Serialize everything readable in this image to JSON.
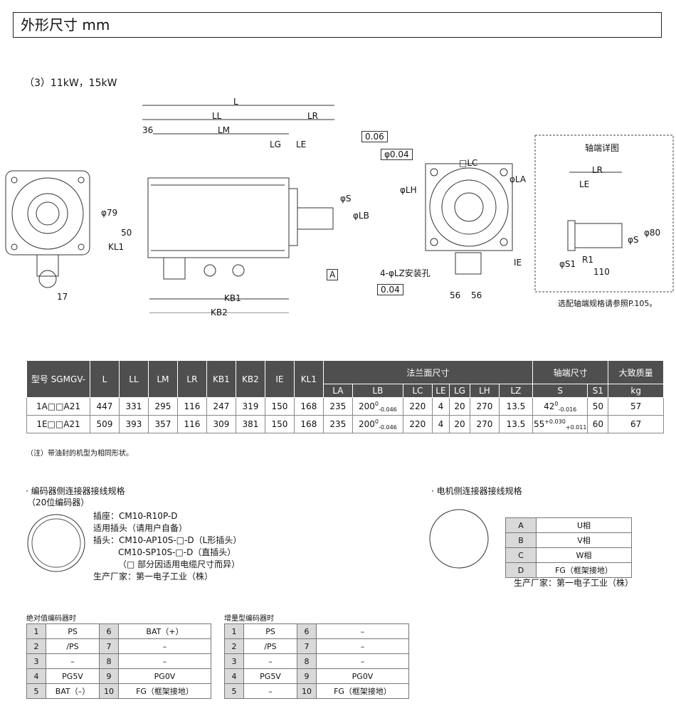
{
  "header": {
    "title": "外形尺寸 mm"
  },
  "section_title": "（3）11kW，15kW",
  "drawing": {
    "dim_labels": [
      "L",
      "LL",
      "LR",
      "36",
      "LM",
      "LG",
      "LE",
      "KB1",
      "KB2",
      "KL1",
      "17",
      "50",
      "φ79",
      "φS",
      "φLB",
      "□LC",
      "φLA",
      "φLH",
      "IE",
      "56",
      "56"
    ],
    "tolerance_1": "0.06",
    "tolerance_2": "φ0.04",
    "tolerance_3": "0.04",
    "datum": "A",
    "mount_hole": "4-φLZ安装孔",
    "shaft_detail_title": "轴端详图",
    "shaft_labels": [
      "LR",
      "LE",
      "φS",
      "φ80",
      "φS1",
      "R1",
      "110"
    ],
    "shaft_note": "选配轴端规格请参照P.105。"
  },
  "spec_table": {
    "headers_top": [
      "型号 SGMGV-",
      "L",
      "LL",
      "LM",
      "LR",
      "KB1",
      "KB2",
      "IE",
      "KL1",
      "法兰面尺寸",
      "轴端尺寸",
      "大致质量"
    ],
    "weight_unit": "kg",
    "flange_headers": [
      "LA",
      "LB",
      "LC",
      "LE",
      "LG",
      "LH",
      "LZ"
    ],
    "shaft_headers": [
      "S",
      "S1"
    ],
    "rows": [
      {
        "model": "1A□□A21",
        "L": "447",
        "LL": "331",
        "LM": "295",
        "LR": "116",
        "KB1": "247",
        "KB2": "319",
        "IE": "150",
        "KL1": "168",
        "LA": "235",
        "LB": "200",
        "LB_tol_up": "0",
        "LB_tol_low": "-0.046",
        "LC": "220",
        "LE": "4",
        "LG": "20",
        "LH": "270",
        "LZ": "13.5",
        "S": "42",
        "S_tol_up": "0",
        "S_tol_low": "-0.016",
        "S1": "50",
        "kg": "57"
      },
      {
        "model": "1E□□A21",
        "L": "509",
        "LL": "393",
        "LM": "357",
        "LR": "116",
        "KB1": "309",
        "KB2": "381",
        "IE": "150",
        "KL1": "168",
        "LA": "235",
        "LB": "200",
        "LB_tol_up": "0",
        "LB_tol_low": "-0.046",
        "LC": "220",
        "LE": "4",
        "LG": "20",
        "LH": "270",
        "LZ": "13.5",
        "S": "55",
        "S_tol_up": "+0.030",
        "S_tol_low": "+0.011",
        "S1": "60",
        "kg": "67"
      }
    ],
    "note": "（注）带油封的机型为相同形状。"
  },
  "encoder": {
    "title": "· 编码器侧连接器接线规格",
    "subtitle": "（20位编码器）",
    "lines": [
      "插座：CM10-R10P-D",
      "适用插头（请用户自备）",
      "插头：CM10-AP10S-□-D（L形插头）",
      "CM10-SP10S-□-D（直插头）",
      "（□ 部分因适用电缆尺寸而异）",
      "生产厂家：第一电子工业（株）"
    ]
  },
  "motor": {
    "title": "· 电机侧连接器接线规格",
    "pins": [
      [
        "A",
        "U相"
      ],
      [
        "B",
        "V相"
      ],
      [
        "C",
        "W相"
      ],
      [
        "D",
        "FG（框架接地）"
      ]
    ],
    "maker": "生产厂家：第一电子工业（株）"
  },
  "abs_table": {
    "title": "绝对值编码器时",
    "rows": [
      [
        "1",
        "PS",
        "6",
        "BAT（+）"
      ],
      [
        "2",
        "/PS",
        "7",
        "–"
      ],
      [
        "3",
        "–",
        "8",
        "–"
      ],
      [
        "4",
        "PG5V",
        "9",
        "PG0V"
      ],
      [
        "5",
        "BAT（–）",
        "10",
        "FG（框架接地）"
      ]
    ]
  },
  "inc_table": {
    "title": "增量型编码器时",
    "rows": [
      [
        "1",
        "PS",
        "6",
        "–"
      ],
      [
        "2",
        "/PS",
        "7",
        "–"
      ],
      [
        "3",
        "–",
        "8",
        "–"
      ],
      [
        "4",
        "PG5V",
        "9",
        "PG0V"
      ],
      [
        "5",
        "–",
        "10",
        "FG（框架接地）"
      ]
    ]
  }
}
